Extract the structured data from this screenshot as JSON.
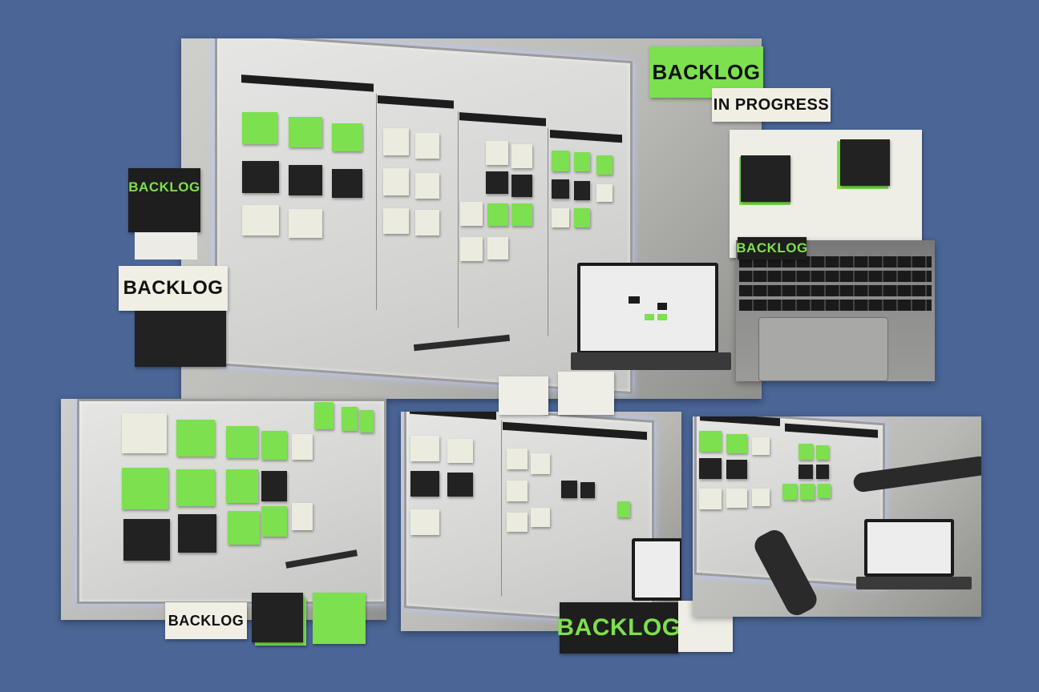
{
  "labels": {
    "backlog_top": "BACKLOG",
    "in_progress": "IN PROGRESS",
    "backlog_dark_left": "BACKLOG",
    "backlog_cream_left": "BACKLOG",
    "backlog_keyboard": "BACKLOG",
    "backlog_bottom_left": "BACKLOG",
    "backlog_bottom_center": "BACKLOG"
  },
  "colors": {
    "background": "#4a6596",
    "accent_green": "#7de04e",
    "note_black": "#222222",
    "note_cream": "#ecebdf"
  }
}
